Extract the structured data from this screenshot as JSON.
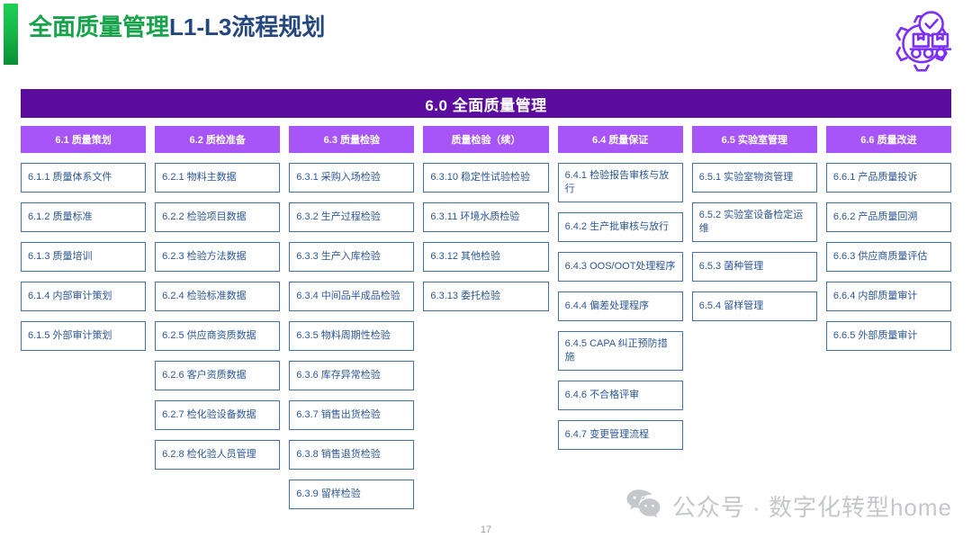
{
  "header": {
    "title_green": "全面质量管理",
    "title_navy": "L1-L3流程规划",
    "brand_icon": "quality-conveyor-gear-check-icon",
    "accent_green": "#16a34a",
    "accent_navy": "#24477e"
  },
  "banner": {
    "label": "6.0 全面质量管理",
    "color": "#5b0b9e"
  },
  "colors": {
    "column_header_purple": "#a855f7",
    "item_border_blue": "#4472a8",
    "item_text_blue": "#2b5797"
  },
  "columns": [
    {
      "header": "6.1 质量策划",
      "items": [
        "6.1.1 质量体系文件",
        "6.1.2 质量标准",
        "6.1.3 质量培训",
        "6.1.4 内部审计策划",
        "6.1.5 外部审计策划"
      ]
    },
    {
      "header": "6.2 质检准备",
      "items": [
        "6.2.1 物料主数据",
        "6.2.2 检验项目数据",
        "6.2.3 检验方法数据",
        "6.2.4 检验标准数据",
        "6.2.5 供应商资质数据",
        "6.2.6 客户资质数据",
        "6.2.7 检化验设备数据",
        "6.2.8 检化验人员管理"
      ]
    },
    {
      "header": "6.3 质量检验",
      "items": [
        "6.3.1 采购入场检验",
        "6.3.2 生产过程检验",
        "6.3.3 生产入库检验",
        "6.3.4 中间品半成品检验",
        "6.3.5 物料周期性检验",
        "6.3.6 库存异常检验",
        "6.3.7 销售出货检验",
        "6.3.8 销售退货检验",
        "6.3.9 留样检验"
      ]
    },
    {
      "header": "质量检验（续）",
      "items": [
        "6.3.10 稳定性试验检验",
        "6.3.11 环境水质检验",
        "6.3.12 其他检验",
        "6.3.13 委托检验"
      ]
    },
    {
      "header": "6.4 质量保证",
      "items": [
        "6.4.1 检验报告审核与放行",
        "6.4.2 生产批审核与放行",
        "6.4.3 OOS/OOT处理程序",
        "6.4.4 偏差处理程序",
        "6.4.5 CAPA 纠正预防措施",
        "6.4.6 不合格评审",
        "6.4.7 变更管理流程"
      ]
    },
    {
      "header": "6.5 实验室管理",
      "items": [
        "6.5.1 实验室物资管理",
        "6.5.2 实验室设备检定运维",
        "6.5.3 菌种管理",
        "6.5.4 留样管理"
      ]
    },
    {
      "header": "6.6 质量改进",
      "items": [
        "6.6.1 产品质量投诉",
        "6.6.2 产品质量回溯",
        "6.6.3 供应商质量评估",
        "6.6.4 内部质量审计",
        "6.6.5 外部质量审计"
      ]
    }
  ],
  "footer": {
    "page_number": "17",
    "watermark_text": "公众号 · 数字化转型home",
    "watermark_icon": "wechat-icon"
  }
}
